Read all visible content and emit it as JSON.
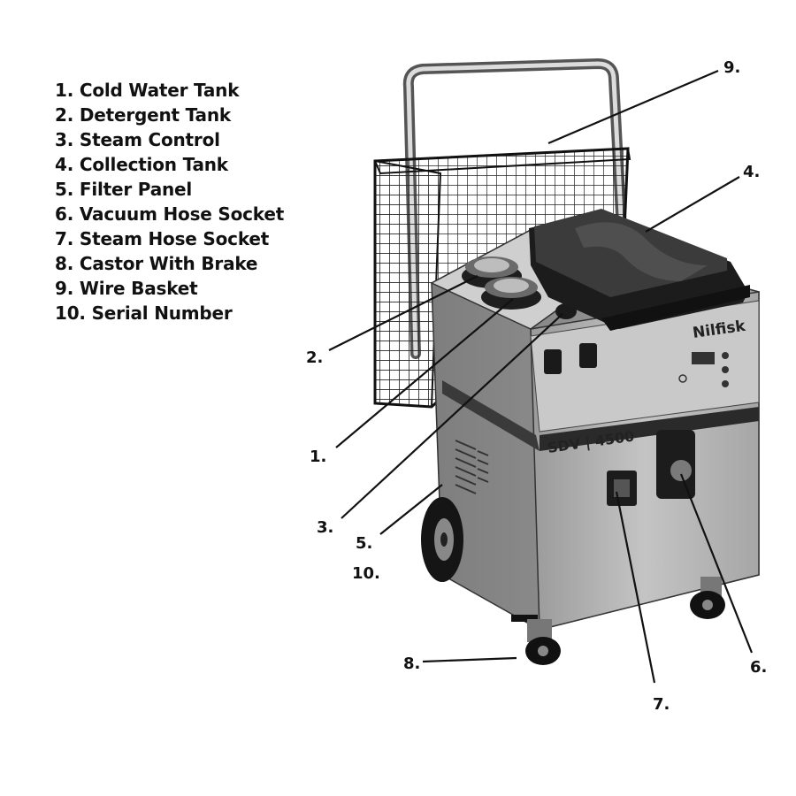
{
  "legend": [
    "1. Cold Water Tank",
    "2. Detergent Tank",
    "3. Steam Control",
    "4. Collection Tank",
    "5. Filter Panel",
    "6. Vacuum Hose Socket",
    "7. Steam Hose Socket",
    "8. Castor With Brake",
    "9. Wire Basket",
    "10. Serial Number"
  ],
  "callouts": {
    "c1": "1.",
    "c2": "2.",
    "c3": "3.",
    "c4": "4.",
    "c5": "5.",
    "c6": "6.",
    "c7": "7.",
    "c8": "8.",
    "c9": "9.",
    "c10": "10."
  },
  "machine": {
    "brand": "Nilfisk",
    "model": "SDV | 4500"
  },
  "colors": {
    "ink": "#111111",
    "body": "#b9b9b9",
    "body_dark": "#8c8c8c",
    "band": "#2a2a2a",
    "lid": "#1c1c1c"
  }
}
